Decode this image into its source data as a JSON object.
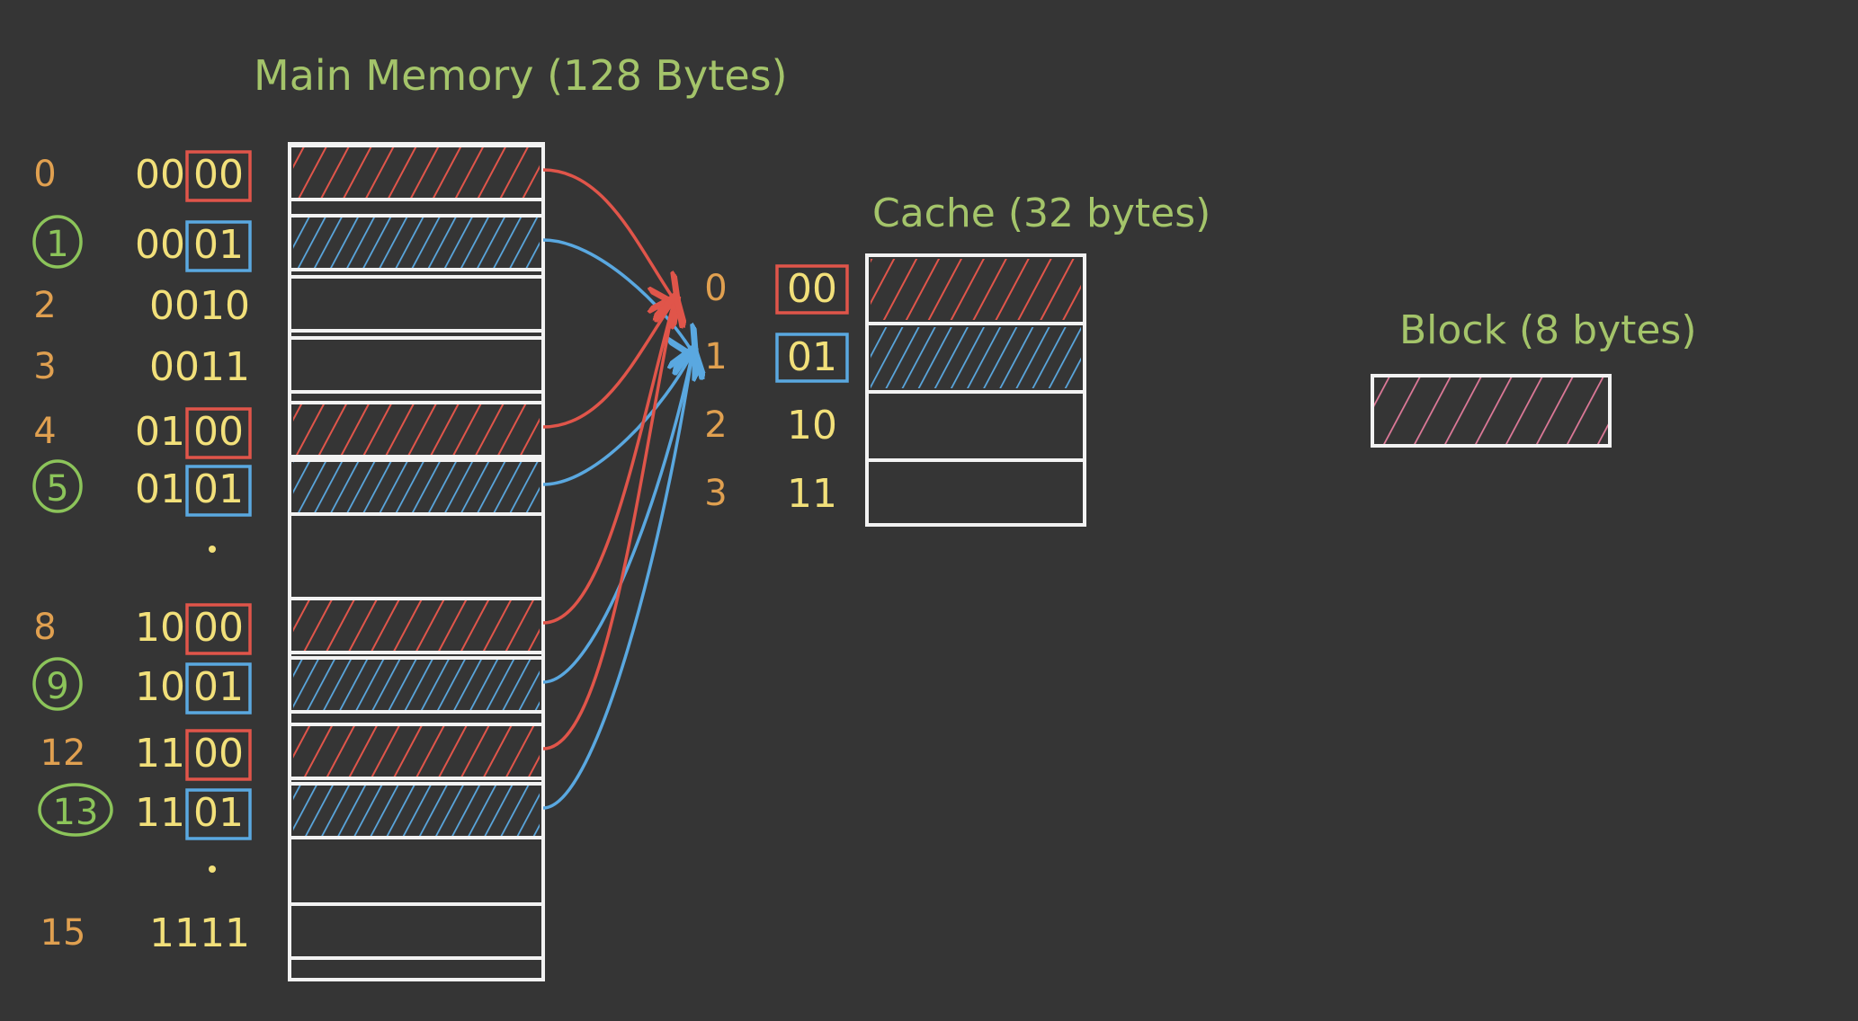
{
  "titles": {
    "main_memory": "Main Memory (128 Bytes)",
    "cache": "Cache (32 bytes)",
    "block": "Block (8 bytes)"
  },
  "memory_rows": [
    {
      "dec": "0",
      "bin": "0000",
      "circled": false,
      "mapped": "red",
      "hi": "00",
      "lo": "00"
    },
    {
      "dec": "1",
      "bin": "0001",
      "circled": true,
      "mapped": "blue",
      "hi": "00",
      "lo": "01"
    },
    {
      "dec": "2",
      "bin": "0010",
      "circled": false,
      "mapped": null
    },
    {
      "dec": "3",
      "bin": "0011",
      "circled": false,
      "mapped": null
    },
    {
      "dec": "4",
      "bin": "0100",
      "circled": false,
      "mapped": "red",
      "hi": "01",
      "lo": "00"
    },
    {
      "dec": "5",
      "bin": "0101",
      "circled": true,
      "mapped": "blue",
      "hi": "01",
      "lo": "01"
    },
    {
      "dec": "",
      "bin": "",
      "circled": false,
      "mapped": null,
      "gap": true
    },
    {
      "dec": "8",
      "bin": "1000",
      "circled": false,
      "mapped": "red",
      "hi": "10",
      "lo": "00"
    },
    {
      "dec": "9",
      "bin": "1001",
      "circled": true,
      "mapped": "blue",
      "hi": "10",
      "lo": "01"
    },
    {
      "dec": "12",
      "bin": "1100",
      "circled": false,
      "mapped": "red",
      "hi": "11",
      "lo": "00"
    },
    {
      "dec": "13",
      "bin": "1101",
      "circled": true,
      "mapped": "blue",
      "hi": "11",
      "lo": "01"
    },
    {
      "dec": "",
      "bin": "",
      "circled": false,
      "mapped": null,
      "gap": true
    },
    {
      "dec": "15",
      "bin": "1111",
      "circled": false,
      "mapped": null
    }
  ],
  "cache_rows": [
    {
      "dec": "0",
      "bin": "00",
      "boxed": "red",
      "fill": "red"
    },
    {
      "dec": "1",
      "bin": "01",
      "boxed": "blue",
      "fill": "blue"
    },
    {
      "dec": "2",
      "bin": "10",
      "boxed": null,
      "fill": null
    },
    {
      "dec": "3",
      "bin": "11",
      "boxed": null,
      "fill": null
    }
  ],
  "colors": {
    "background": "#353535",
    "title": "#a4c46a",
    "decimal": "#e0a050",
    "binary": "#f2e07a",
    "red": "#e0554a",
    "blue": "#5aa8e0",
    "outline": "#f2f2f2",
    "circle": "#8cc45a",
    "block_hatch": "#e07a9a"
  }
}
